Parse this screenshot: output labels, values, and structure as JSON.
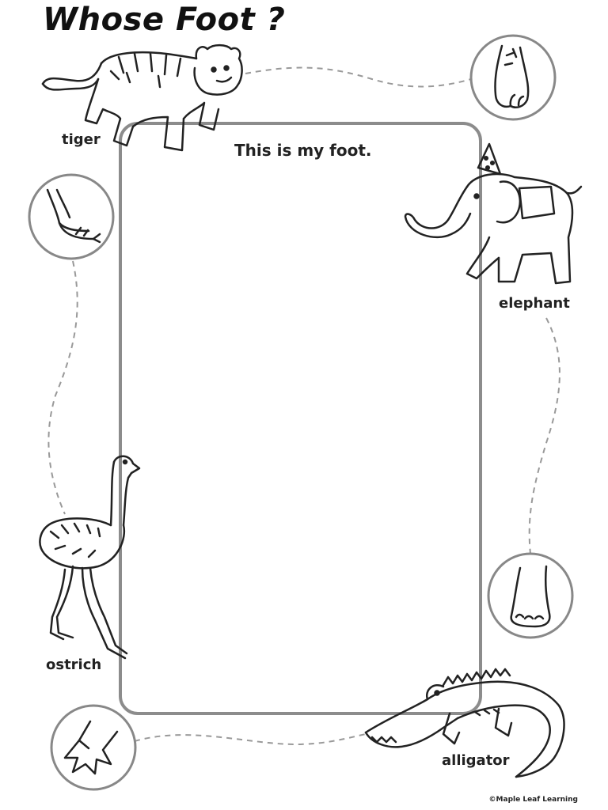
{
  "title": "Whose Foot ?",
  "prompt": "This is my foot.",
  "animals": {
    "tiger": "tiger",
    "elephant": "elephant",
    "ostrich": "ostrich",
    "alligator": "alligator"
  },
  "footer": {
    "copyright": "©Maple Leaf Learning"
  },
  "colors": {
    "frame": "#8c8c8c",
    "line_art": "#222222",
    "dash": "#999999"
  },
  "icons": [
    "tiger-illustration",
    "elephant-illustration",
    "ostrich-illustration",
    "alligator-illustration",
    "tiger-foot-icon",
    "ostrich-foot-icon",
    "elephant-foot-icon",
    "alligator-foot-icon"
  ]
}
